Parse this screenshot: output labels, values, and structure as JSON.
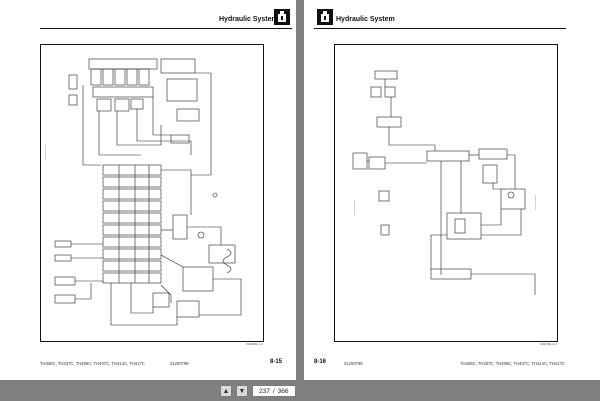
{
  "left_page": {
    "header_title": "Hydraulic System",
    "footer_models": "TH336C, TH337C, TH406C, TH407C, TH414C, TH417C",
    "doc_number": "31200799",
    "page_number": "8-15",
    "diagram_code": "MA8450-C.2"
  },
  "right_page": {
    "header_title": "Hydraulic System",
    "footer_models": "TH336C, TH337C, TH406C, TH407C, TH414C, TH417C",
    "doc_number": "31200799",
    "page_number": "8-16",
    "diagram_code": "MA8450-C.2"
  },
  "pager": {
    "current": "237",
    "separator": "/",
    "total": "366",
    "prev_icon": "chevron-up-icon",
    "next_icon": "chevron-down-icon"
  },
  "colors": {
    "background": "#808080",
    "page": "#ffffff",
    "ink": "#111111"
  }
}
